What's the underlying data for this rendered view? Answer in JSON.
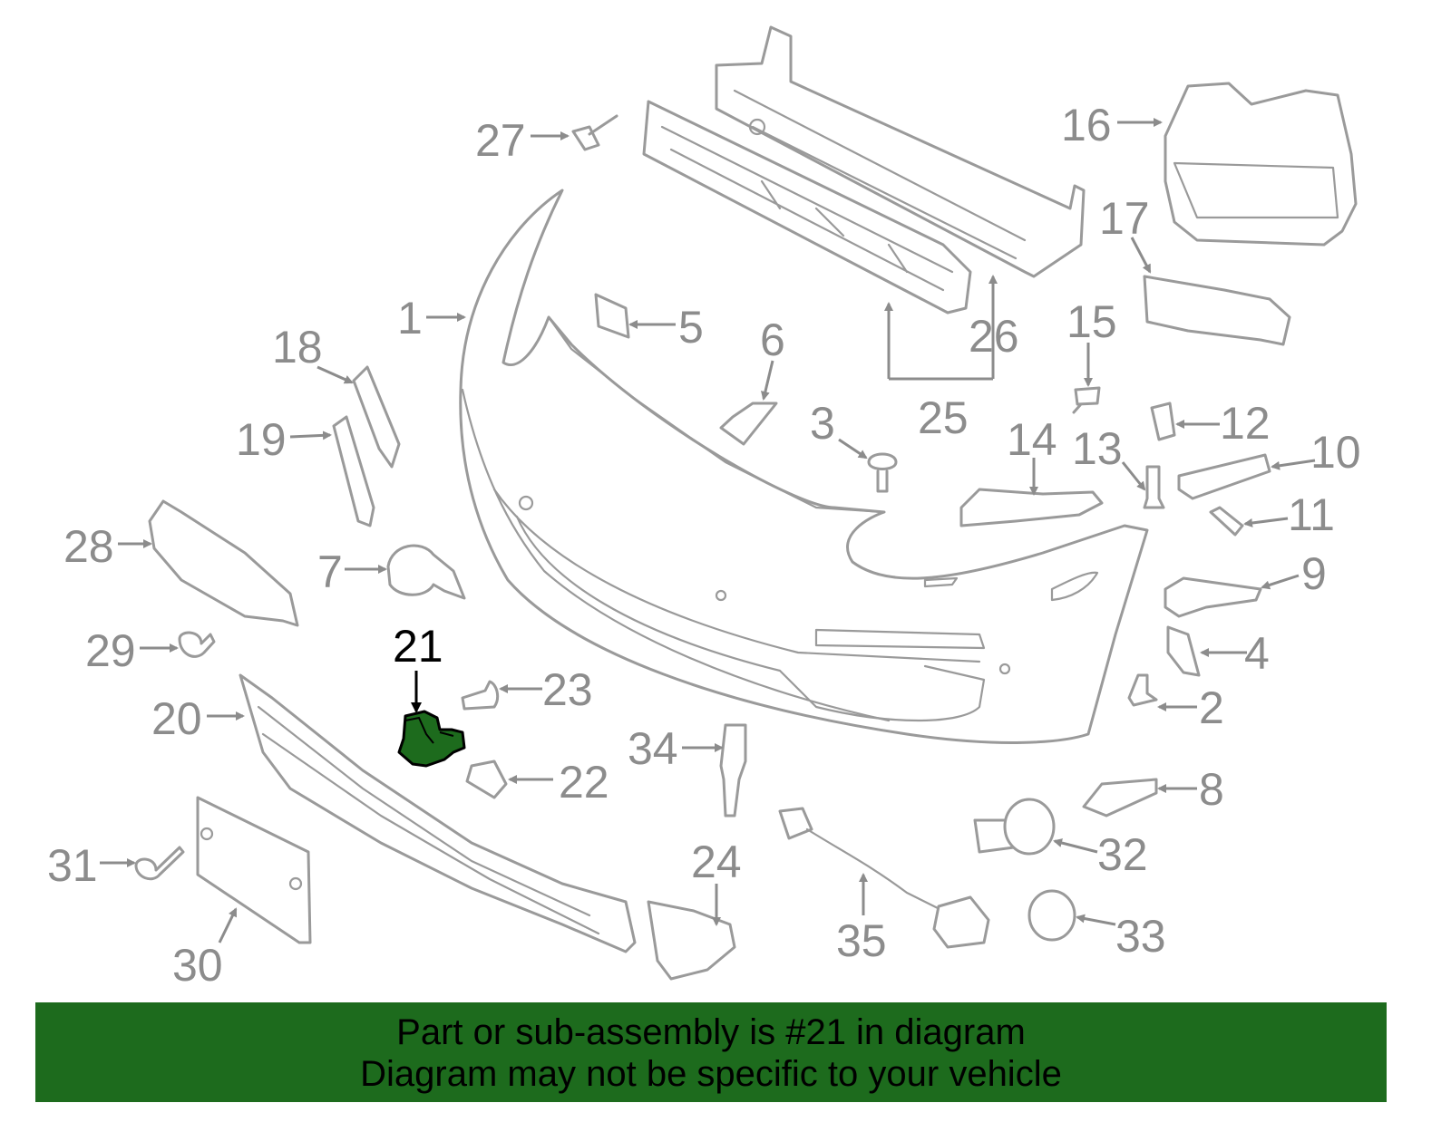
{
  "highlight": {
    "number": "21",
    "color": "#1d6b1d"
  },
  "callouts": {
    "c1": "1",
    "c2": "2",
    "c3": "3",
    "c4": "4",
    "c5": "5",
    "c6": "6",
    "c7": "7",
    "c8": "8",
    "c9": "9",
    "c10": "10",
    "c11": "11",
    "c12": "12",
    "c13": "13",
    "c14": "14",
    "c15": "15",
    "c16": "16",
    "c17": "17",
    "c18": "18",
    "c19": "19",
    "c20": "20",
    "c21": "21",
    "c22": "22",
    "c23": "23",
    "c24": "24",
    "c25": "25",
    "c26": "26",
    "c27": "27",
    "c28": "28",
    "c29": "29",
    "c30": "30",
    "c31": "31",
    "c32": "32",
    "c33": "33",
    "c34": "34",
    "c35": "35"
  },
  "banner": {
    "line1": "Part or sub-assembly is #21 in diagram",
    "line2": "Diagram may not be specific to your vehicle"
  }
}
